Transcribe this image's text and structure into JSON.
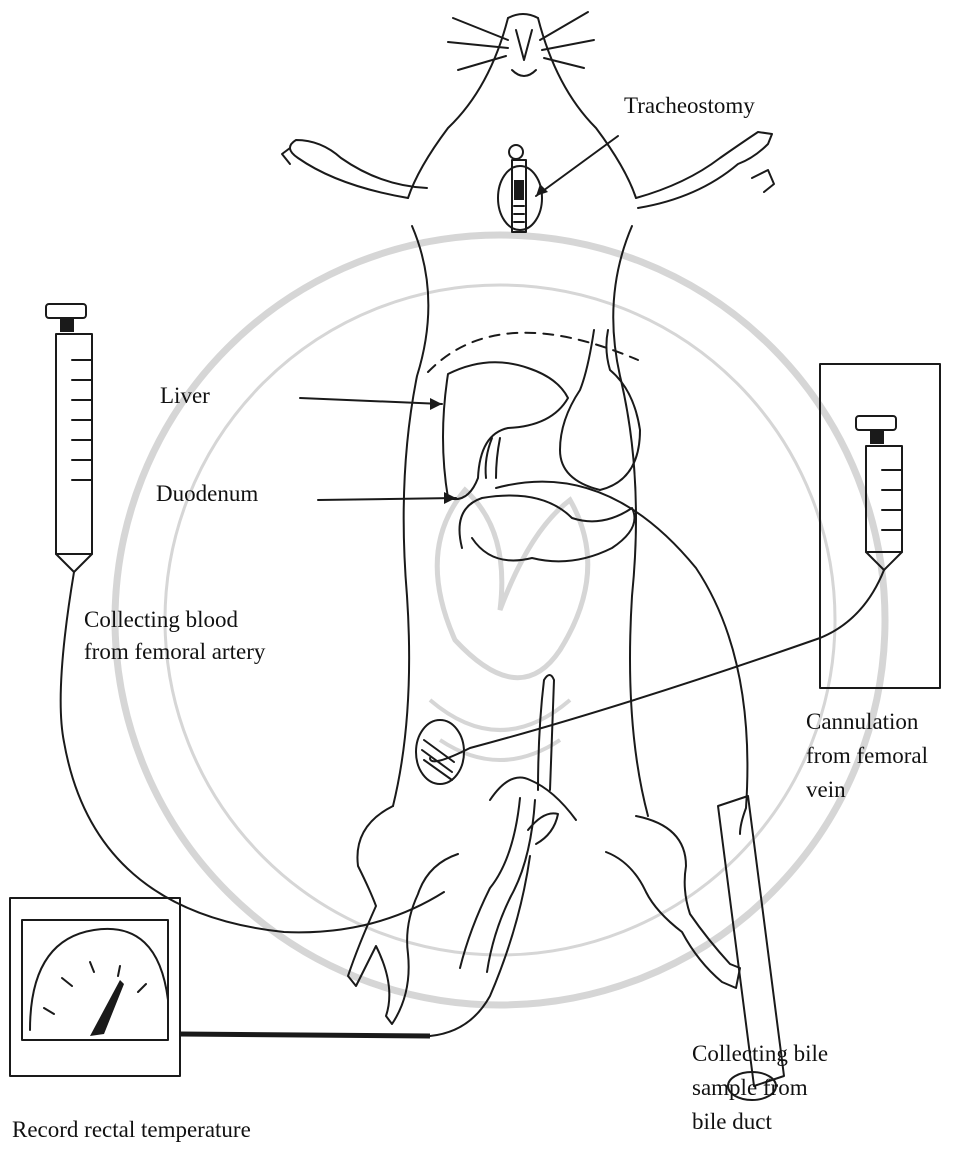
{
  "labels": {
    "tracheostomy": "Tracheostomy",
    "liver": "Liver",
    "duodenum": "Duodenum",
    "blood_line1": "Collecting blood",
    "blood_line2": "from femoral artery",
    "cannulation_line1": "Cannulation",
    "cannulation_line2": "from femoral",
    "cannulation_line3": "vein",
    "bile_line1": "Collecting bile",
    "bile_line2": "sample from",
    "bile_line3": "bile duct",
    "temperature": "Record rectal temperature"
  },
  "colors": {
    "ink": "#1a1a1a",
    "watermark": "#d6d6d6",
    "background": "#ffffff"
  }
}
